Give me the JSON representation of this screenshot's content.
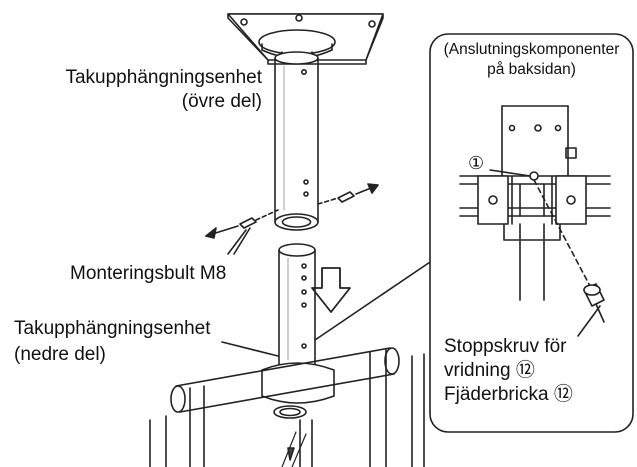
{
  "labels": {
    "upper_title": "Takupphängningsenhet",
    "upper_sub": "(övre del)",
    "bolt": "Monteringsbult M8",
    "lower_title": "Takupphängningsenhet",
    "lower_sub": "(nedre del)",
    "inset_title_1": "(Anslutningskomponenter",
    "inset_title_2": "på baksidan)",
    "callout_1": "①",
    "stop_screw_1": "Stoppskruv för",
    "stop_screw_2": "vridning ⑫",
    "spring_washer": "Fjäderbricka ⑫"
  },
  "colors": {
    "line": "#222222",
    "background": "#ffffff"
  }
}
